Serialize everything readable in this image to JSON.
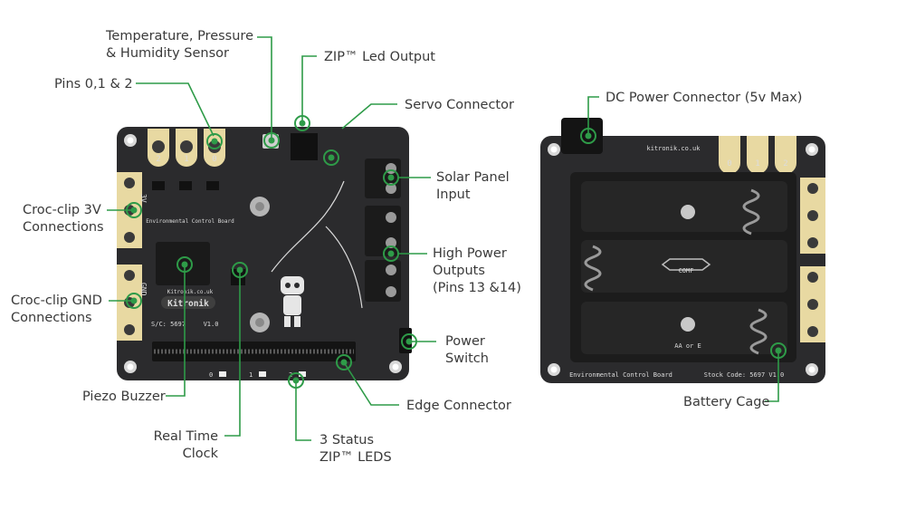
{
  "board_front": {
    "pad_labels_top": [
      "2",
      "1",
      "0"
    ],
    "pad_label_3v": "3V",
    "pad_label_gnd": "GND",
    "brand": "Kitronik",
    "board_name": "Environmental Control Board",
    "website": "Kitronik.co.uk",
    "stock_code": "S/C: 5697",
    "version": "V1.0",
    "edge_led_labels": [
      "0",
      "1",
      "2"
    ]
  },
  "board_back": {
    "pad_labels_top": [
      "0",
      "1",
      "2"
    ],
    "website": "kitronik.co.uk",
    "footer_left": "Environmental Control Board",
    "footer_right": "Stock Code: 5697   V1.0",
    "battery_marks": [
      "AA or E",
      "COMF"
    ]
  },
  "labels": {
    "temp_sensor": [
      "Temperature, Pressure",
      "& Humidity Sensor"
    ],
    "zip_led": "ZIP™ Led Output",
    "pins": "Pins 0,1 & 2",
    "servo": "Servo Connector",
    "solar": [
      "Solar Panel",
      "Input"
    ],
    "croc_3v": [
      "Croc-clip 3V",
      "Connections"
    ],
    "high_power": [
      "High Power",
      "Outputs",
      "(Pins 13 &14)"
    ],
    "croc_gnd": [
      "Croc-clip GND",
      "Connections"
    ],
    "power_switch": [
      "Power",
      "Switch"
    ],
    "piezo": "Piezo Buzzer",
    "edge": "Edge Connector",
    "rtc": [
      "Real Time",
      "Clock"
    ],
    "status_leds": [
      "3 Status",
      "ZIP™ LEDS"
    ],
    "dc_power": "DC Power Connector (5v Max)",
    "battery": "Battery Cage"
  },
  "colors": {
    "accent": "#2e9b48",
    "pcb": "#2b2b2d",
    "pad": "#e8d9a2",
    "text": "#3a3a3a"
  }
}
